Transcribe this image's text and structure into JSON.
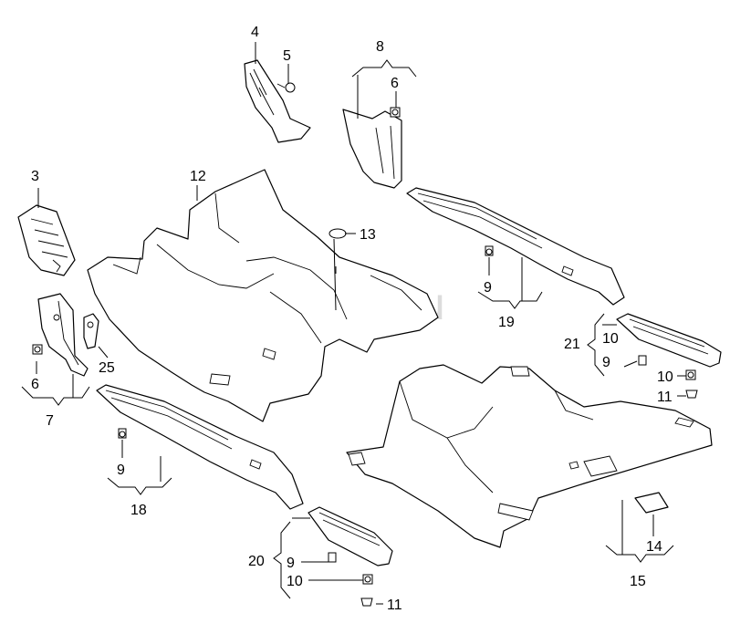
{
  "watermark": "vagtec.ru",
  "labels": {
    "l3": "3",
    "l4": "4",
    "l5": "5",
    "l6a": "6",
    "l6b": "6",
    "l7": "7",
    "l8": "8",
    "l9a": "9",
    "l9b": "9",
    "l9c": "9",
    "l9d": "9",
    "l10a": "10",
    "l10b": "10",
    "l10c": "10",
    "l11a": "11",
    "l11b": "11",
    "l12": "12",
    "l13": "13",
    "l14": "14",
    "l15": "15",
    "l18": "18",
    "l19": "19",
    "l20": "20",
    "l21": "21",
    "l25": "25"
  }
}
